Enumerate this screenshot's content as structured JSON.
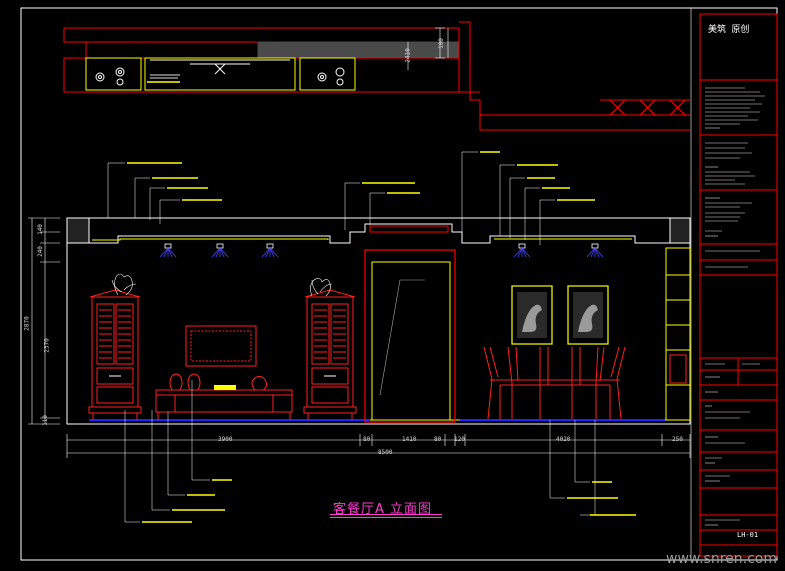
{
  "drawing_title": "客餐厅A 立面图",
  "watermark": "www.snren.com",
  "title_block": {
    "company": "美筑 原创",
    "sheet_code": "LH-01"
  },
  "dimensions": {
    "bottom_segments": [
      "3900",
      "80",
      "1410",
      "80",
      "120",
      "4020",
      "250"
    ],
    "bottom_total": "8500",
    "left_segments": [
      "140",
      "240",
      "2370",
      "110"
    ],
    "left_total": "2870",
    "top_label": "2410",
    "top_small": "100"
  },
  "colors": {
    "frame": "#ff0000",
    "furniture": "#ff2020",
    "annotation": "#ffff00",
    "light": "#0000ff",
    "cyan": "#00ffff",
    "magenta": "#ff3bd1"
  }
}
